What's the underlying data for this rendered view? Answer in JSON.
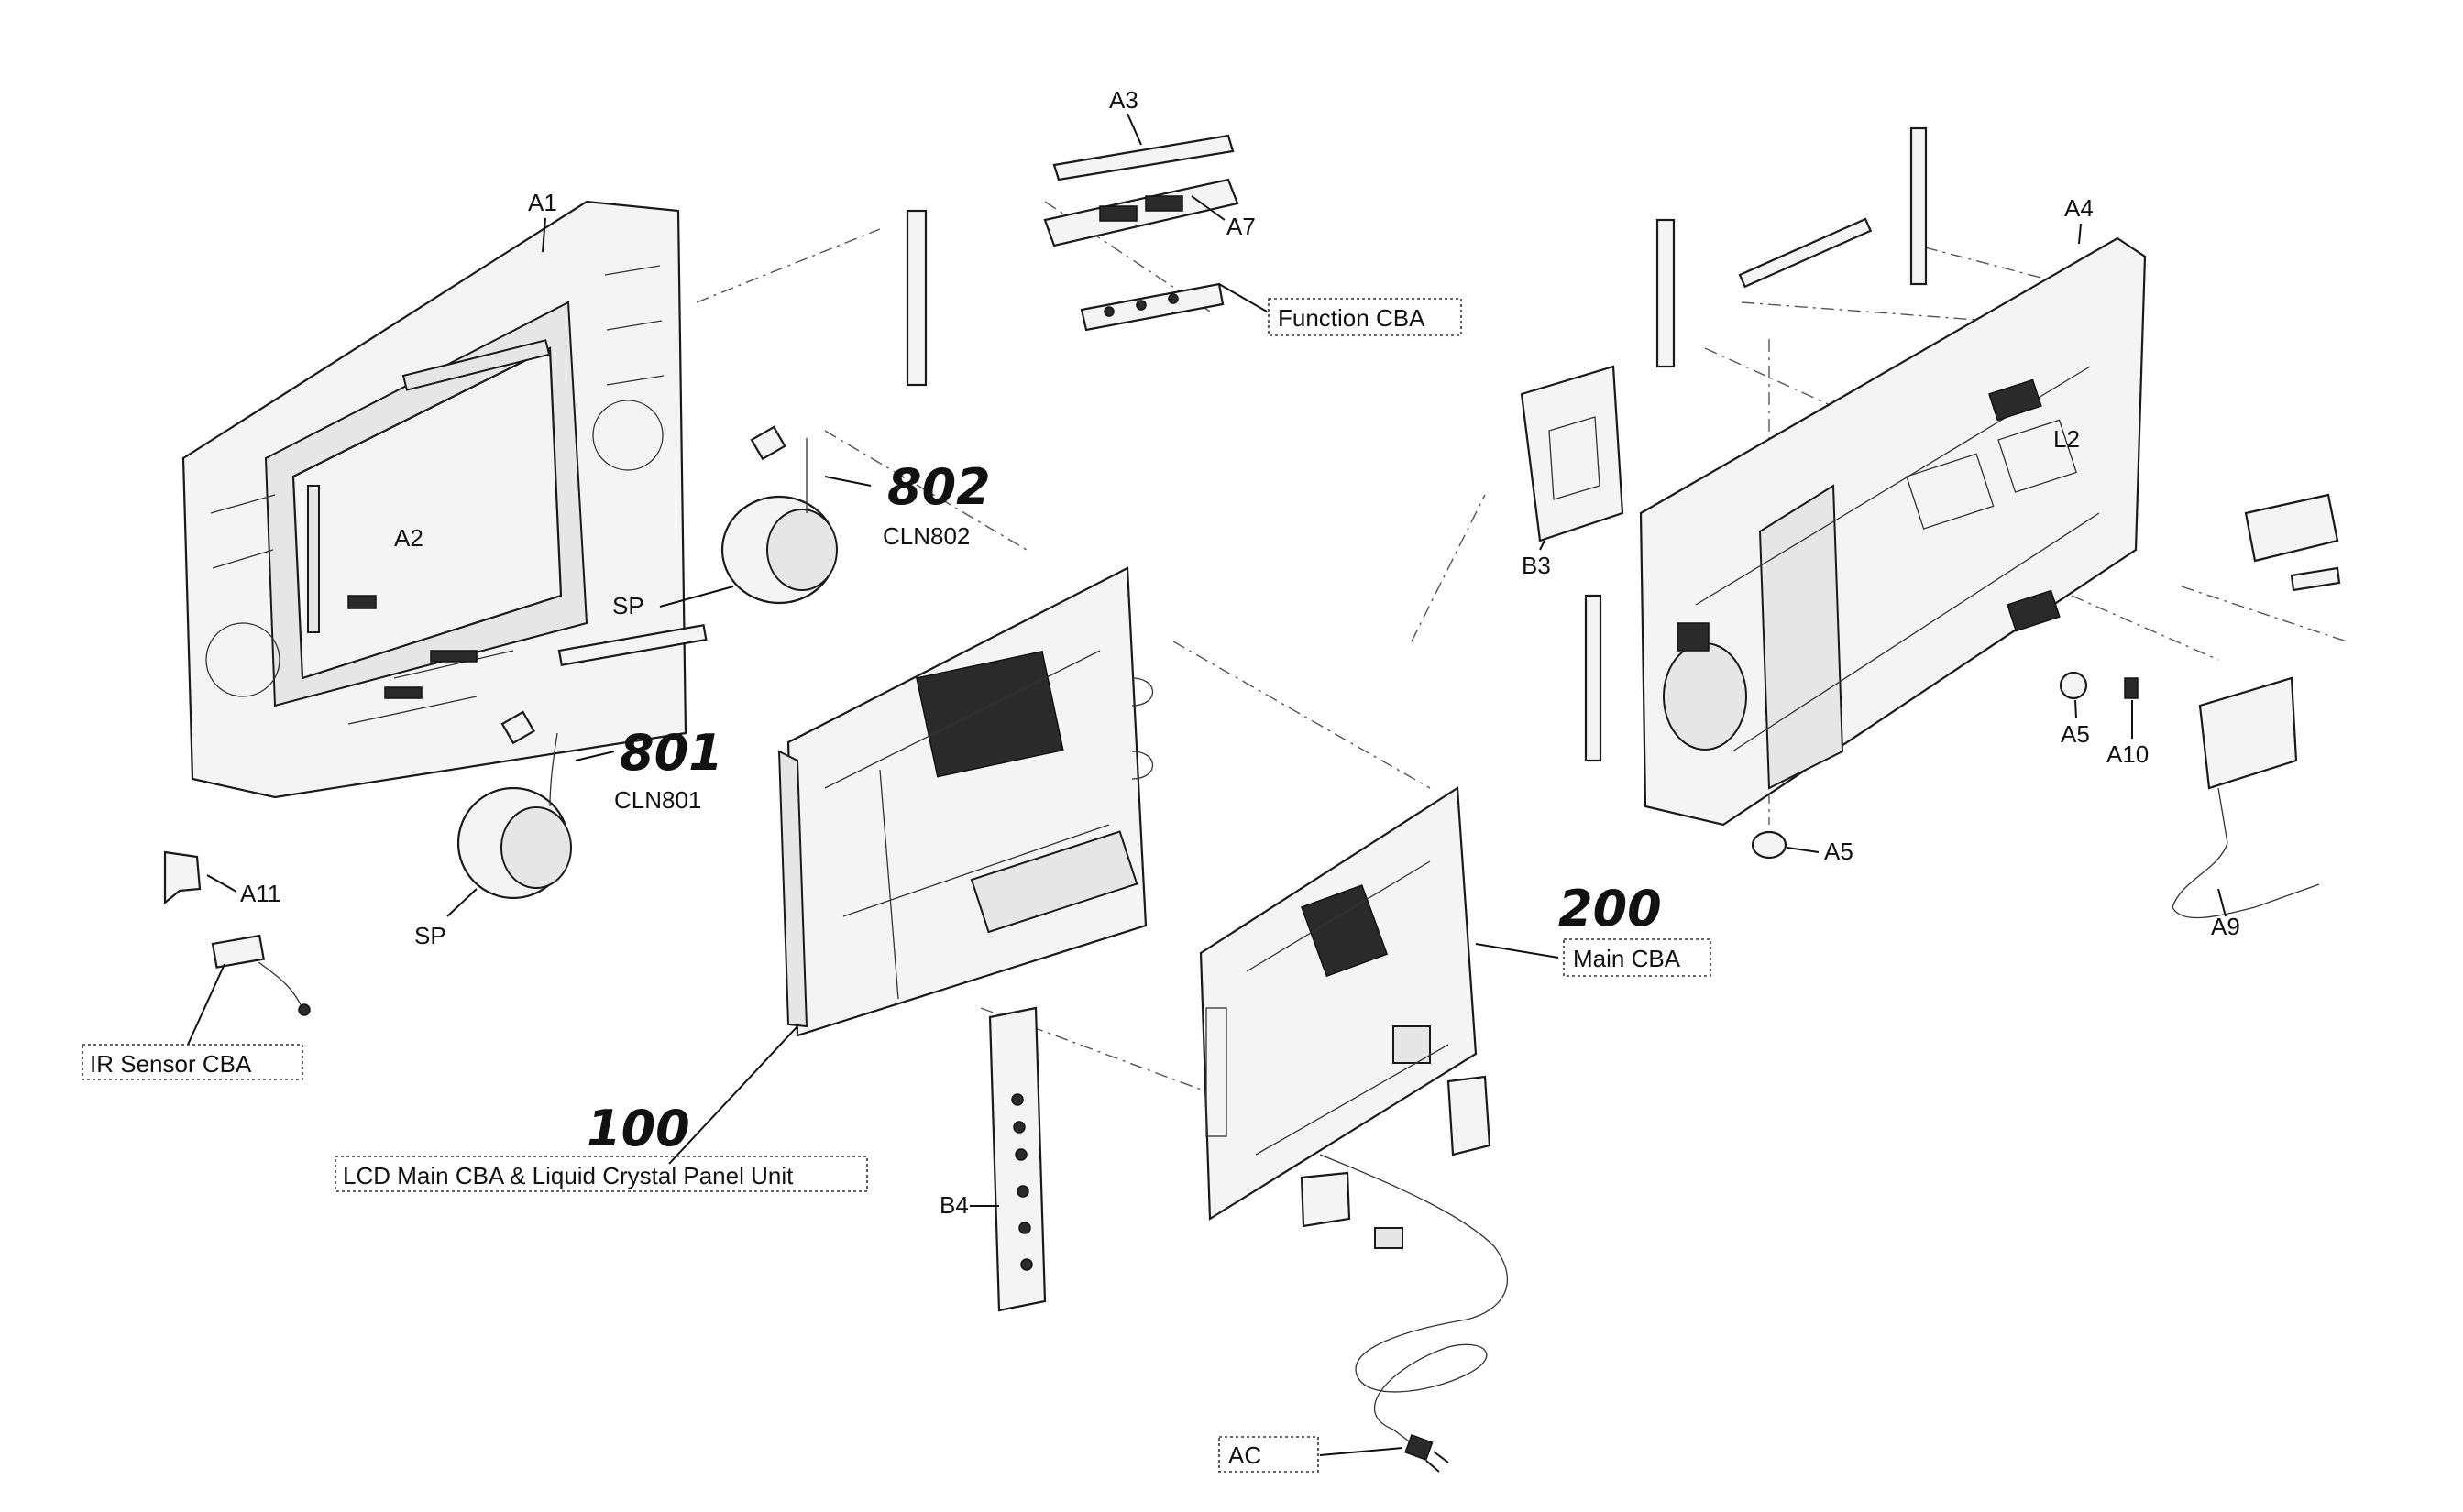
{
  "labels": {
    "a1": "A1",
    "a2": "A2",
    "a3": "A3",
    "a4": "A4",
    "a5_top": "A5",
    "a5_bottom": "A5",
    "a7": "A7",
    "a9": "A9",
    "a10": "A10",
    "a11": "A11",
    "b3": "B3",
    "b4": "B4",
    "l2": "L2",
    "sp_upper": "SP",
    "sp_lower": "SP",
    "cln802": "CLN802",
    "cln801": "CLN801",
    "function_cba": "Function CBA",
    "main_cba": "Main CBA",
    "ir_sensor_cba": "IR Sensor CBA",
    "lcd_unit": "LCD Main CBA & Liquid Crystal Panel Unit",
    "ac": "AC"
  },
  "handwritten": {
    "n802": "802",
    "n801": "801",
    "n200": "200",
    "n100": "100"
  }
}
